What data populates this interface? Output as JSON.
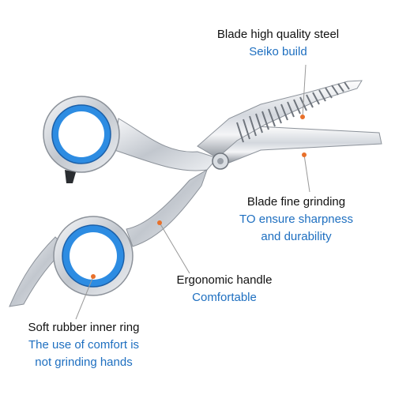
{
  "colors": {
    "steel_light": "#f2f4f7",
    "steel_mid": "#c7ccd3",
    "steel_dark": "#7c828b",
    "ring_blue": "#2d8ce2",
    "ring_blue_dark": "#1b5fa8",
    "callout_dot": "#e8702a",
    "title_text": "#111111",
    "subtitle_text": "#1e6fc0"
  },
  "callouts": {
    "blade": {
      "title": "Blade high quality steel",
      "subtitle": "Seiko build"
    },
    "grinding": {
      "title": "Blade fine grinding",
      "subtitle_line1": "TO ensure sharpness",
      "subtitle_line2": "and durability"
    },
    "handle": {
      "title": "Ergonomic handle",
      "subtitle": "Comfortable"
    },
    "ring": {
      "title": "Soft rubber inner ring",
      "subtitle_line1": "The use of comfort is",
      "subtitle_line2": "not grinding hands"
    }
  }
}
